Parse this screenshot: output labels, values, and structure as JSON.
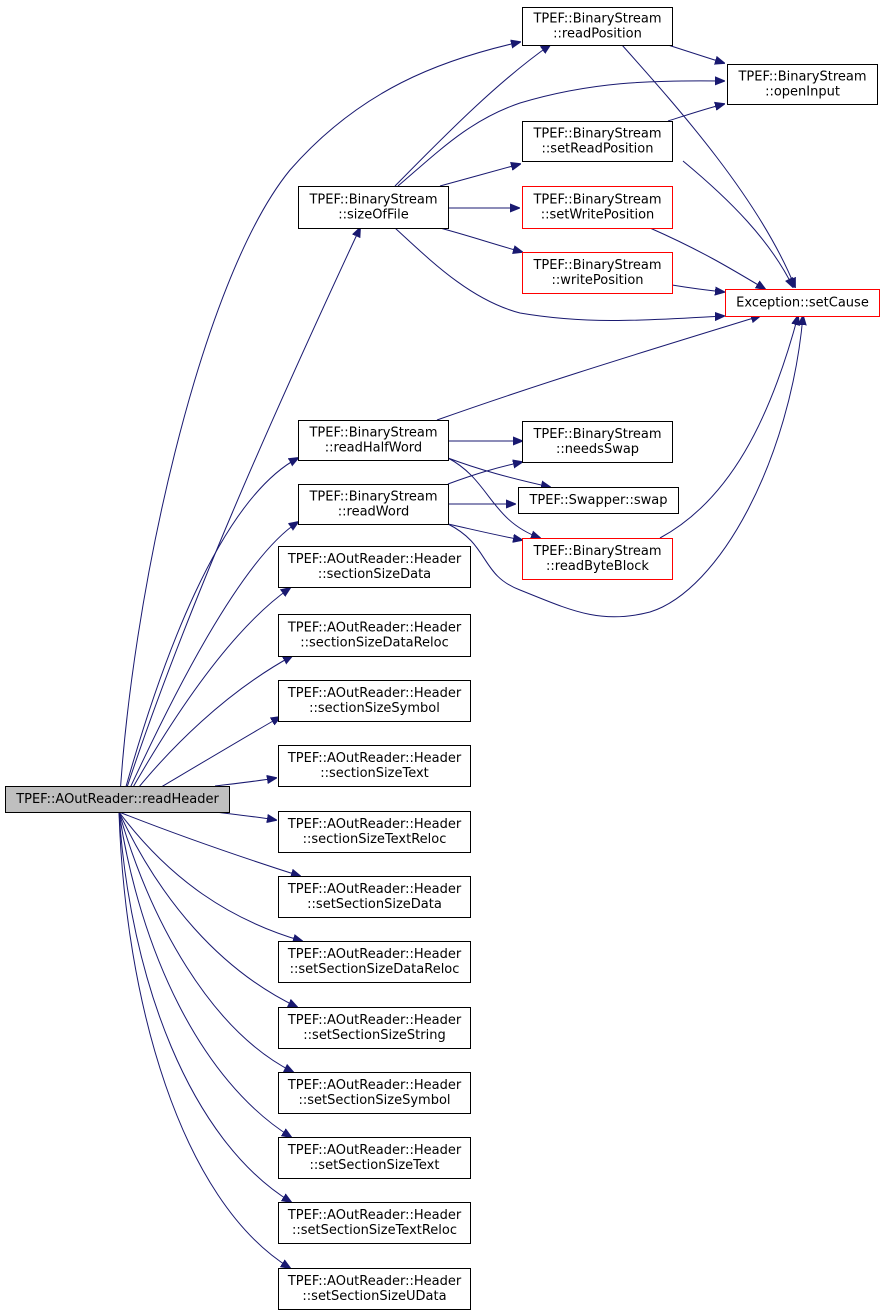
{
  "colors": {
    "edge": "#191970",
    "node_border": "#000000",
    "node_border_truncated": "#ff0000",
    "root_fill": "#bfbfbf",
    "node_fill": "#ffffff",
    "text": "#000000"
  },
  "nodes": [
    {
      "id": "root",
      "lines": [
        "TPEF::AOutReader::readHeader"
      ],
      "style": "root"
    },
    {
      "id": "readPosition",
      "lines": [
        "TPEF::BinaryStream",
        "::readPosition"
      ],
      "style": "normal"
    },
    {
      "id": "openInput",
      "lines": [
        "TPEF::BinaryStream",
        "::openInput"
      ],
      "style": "normal"
    },
    {
      "id": "setReadPosition",
      "lines": [
        "TPEF::BinaryStream",
        "::setReadPosition"
      ],
      "style": "normal"
    },
    {
      "id": "sizeOfFile",
      "lines": [
        "TPEF::BinaryStream",
        "::sizeOfFile"
      ],
      "style": "normal"
    },
    {
      "id": "setWritePosition",
      "lines": [
        "TPEF::BinaryStream",
        "::setWritePosition"
      ],
      "style": "truncated"
    },
    {
      "id": "writePosition",
      "lines": [
        "TPEF::BinaryStream",
        "::writePosition"
      ],
      "style": "truncated"
    },
    {
      "id": "setCause",
      "lines": [
        "Exception::setCause"
      ],
      "style": "truncated"
    },
    {
      "id": "readHalfWord",
      "lines": [
        "TPEF::BinaryStream",
        "::readHalfWord"
      ],
      "style": "normal"
    },
    {
      "id": "needsSwap",
      "lines": [
        "TPEF::BinaryStream",
        "::needsSwap"
      ],
      "style": "normal"
    },
    {
      "id": "swap",
      "lines": [
        "TPEF::Swapper::swap"
      ],
      "style": "normal"
    },
    {
      "id": "readWord",
      "lines": [
        "TPEF::BinaryStream",
        "::readWord"
      ],
      "style": "normal"
    },
    {
      "id": "readByteBlock",
      "lines": [
        "TPEF::BinaryStream",
        "::readByteBlock"
      ],
      "style": "truncated"
    },
    {
      "id": "h_sectionSizeData",
      "lines": [
        "TPEF::AOutReader::Header",
        "::sectionSizeData"
      ],
      "style": "normal"
    },
    {
      "id": "h_sectionSizeDataReloc",
      "lines": [
        "TPEF::AOutReader::Header",
        "::sectionSizeDataReloc"
      ],
      "style": "normal"
    },
    {
      "id": "h_sectionSizeSymbol",
      "lines": [
        "TPEF::AOutReader::Header",
        "::sectionSizeSymbol"
      ],
      "style": "normal"
    },
    {
      "id": "h_sectionSizeText",
      "lines": [
        "TPEF::AOutReader::Header",
        "::sectionSizeText"
      ],
      "style": "normal"
    },
    {
      "id": "h_sectionSizeTextReloc",
      "lines": [
        "TPEF::AOutReader::Header",
        "::sectionSizeTextReloc"
      ],
      "style": "normal"
    },
    {
      "id": "h_setSectionSizeData",
      "lines": [
        "TPEF::AOutReader::Header",
        "::setSectionSizeData"
      ],
      "style": "normal"
    },
    {
      "id": "h_setSectionSizeDataReloc",
      "lines": [
        "TPEF::AOutReader::Header",
        "::setSectionSizeDataReloc"
      ],
      "style": "normal"
    },
    {
      "id": "h_setSectionSizeString",
      "lines": [
        "TPEF::AOutReader::Header",
        "::setSectionSizeString"
      ],
      "style": "normal"
    },
    {
      "id": "h_setSectionSizeSymbol",
      "lines": [
        "TPEF::AOutReader::Header",
        "::setSectionSizeSymbol"
      ],
      "style": "normal"
    },
    {
      "id": "h_setSectionSizeText",
      "lines": [
        "TPEF::AOutReader::Header",
        "::setSectionSizeText"
      ],
      "style": "normal"
    },
    {
      "id": "h_setSectionSizeTextReloc",
      "lines": [
        "TPEF::AOutReader::Header",
        "::setSectionSizeTextReloc"
      ],
      "style": "normal"
    },
    {
      "id": "h_setSectionSizeUData",
      "lines": [
        "TPEF::AOutReader::Header",
        "::setSectionSizeUData"
      ],
      "style": "normal"
    }
  ],
  "edges": [
    {
      "from": "root",
      "to": "readPosition"
    },
    {
      "from": "root",
      "to": "sizeOfFile"
    },
    {
      "from": "root",
      "to": "readHalfWord"
    },
    {
      "from": "root",
      "to": "readWord"
    },
    {
      "from": "root",
      "to": "h_sectionSizeData"
    },
    {
      "from": "root",
      "to": "h_sectionSizeDataReloc"
    },
    {
      "from": "root",
      "to": "h_sectionSizeSymbol"
    },
    {
      "from": "root",
      "to": "h_sectionSizeText"
    },
    {
      "from": "root",
      "to": "h_sectionSizeTextReloc"
    },
    {
      "from": "root",
      "to": "h_setSectionSizeData"
    },
    {
      "from": "root",
      "to": "h_setSectionSizeDataReloc"
    },
    {
      "from": "root",
      "to": "h_setSectionSizeString"
    },
    {
      "from": "root",
      "to": "h_setSectionSizeSymbol"
    },
    {
      "from": "root",
      "to": "h_setSectionSizeText"
    },
    {
      "from": "root",
      "to": "h_setSectionSizeTextReloc"
    },
    {
      "from": "root",
      "to": "h_setSectionSizeUData"
    },
    {
      "from": "readPosition",
      "to": "openInput"
    },
    {
      "from": "readPosition",
      "to": "setCause"
    },
    {
      "from": "setReadPosition",
      "to": "openInput"
    },
    {
      "from": "setReadPosition",
      "to": "setCause"
    },
    {
      "from": "sizeOfFile",
      "to": "readPosition"
    },
    {
      "from": "sizeOfFile",
      "to": "openInput"
    },
    {
      "from": "sizeOfFile",
      "to": "setReadPosition"
    },
    {
      "from": "sizeOfFile",
      "to": "setWritePosition"
    },
    {
      "from": "sizeOfFile",
      "to": "writePosition"
    },
    {
      "from": "sizeOfFile",
      "to": "setCause"
    },
    {
      "from": "setWritePosition",
      "to": "setCause"
    },
    {
      "from": "writePosition",
      "to": "setCause"
    },
    {
      "from": "readHalfWord",
      "to": "setCause"
    },
    {
      "from": "readHalfWord",
      "to": "needsSwap"
    },
    {
      "from": "readHalfWord",
      "to": "swap"
    },
    {
      "from": "readHalfWord",
      "to": "readByteBlock"
    },
    {
      "from": "readWord",
      "to": "needsSwap"
    },
    {
      "from": "readWord",
      "to": "swap"
    },
    {
      "from": "readWord",
      "to": "readByteBlock"
    },
    {
      "from": "readWord",
      "to": "setCause"
    },
    {
      "from": "readByteBlock",
      "to": "setCause"
    }
  ]
}
